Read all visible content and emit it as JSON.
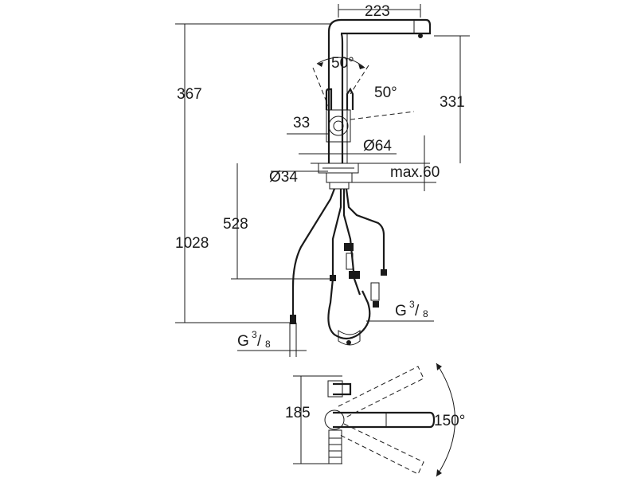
{
  "labels": {
    "reach": "223",
    "total_height": "367",
    "spout_height": "331",
    "angle_lever": "50°",
    "angle_lever_2": "50°",
    "lever_offset": "33",
    "base_diameter": "Ø64",
    "hole_diameter": "Ø34",
    "max_thickness": "max.60",
    "hose_length": "528",
    "total_hose": "1028",
    "connection_right_main": "G",
    "connection_right_num": "3",
    "connection_right_den": "8",
    "connection_left_main": "G",
    "connection_left_num": "3",
    "connection_left_den": "8",
    "depth": "185",
    "swivel_angle": "150°"
  },
  "colors": {
    "line": "#1a1a1a",
    "background": "#ffffff"
  }
}
